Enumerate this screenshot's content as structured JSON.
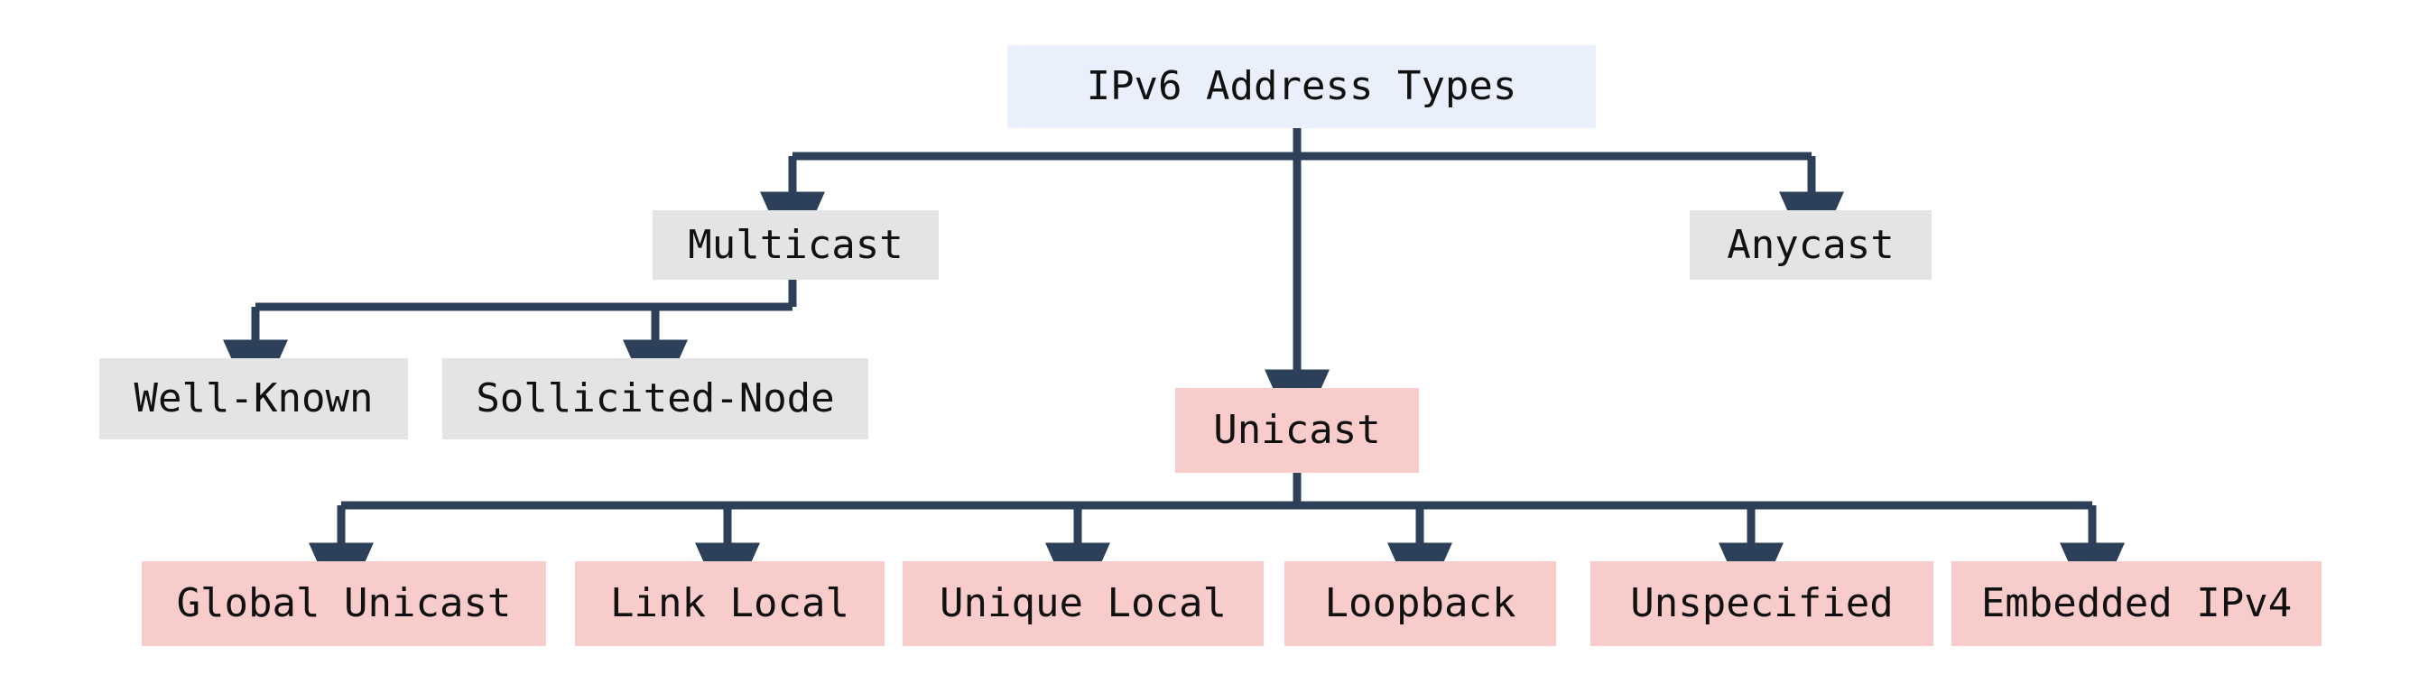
{
  "diagram": {
    "title": "IPv6 Address Types",
    "type": "tree-hierarchy",
    "palette": {
      "root_fill": "#eaf0fb",
      "gray_fill": "#e4e4e4",
      "pink_fill": "#f9cccc",
      "edge_color": "#2d4059",
      "text_color": "#111111",
      "background": "#ffffff"
    },
    "nodes": {
      "root": {
        "label": "IPv6 Address Types",
        "style": "root"
      },
      "multicast": {
        "label": "Multicast",
        "style": "gray"
      },
      "anycast": {
        "label": "Anycast",
        "style": "gray"
      },
      "well_known": {
        "label": "Well-Known",
        "style": "gray"
      },
      "sollicited_node": {
        "label": "Sollicited-Node",
        "style": "gray"
      },
      "unicast": {
        "label": "Unicast",
        "style": "pink"
      },
      "global_unicast": {
        "label": "Global Unicast",
        "style": "pink"
      },
      "link_local": {
        "label": "Link Local",
        "style": "pink"
      },
      "unique_local": {
        "label": "Unique Local",
        "style": "pink"
      },
      "loopback": {
        "label": "Loopback",
        "style": "pink"
      },
      "unspecified": {
        "label": "Unspecified",
        "style": "pink"
      },
      "embedded_ipv4": {
        "label": "Embedded IPv4",
        "style": "pink"
      }
    },
    "edges": [
      {
        "from": "root",
        "to": "multicast"
      },
      {
        "from": "root",
        "to": "unicast"
      },
      {
        "from": "root",
        "to": "anycast"
      },
      {
        "from": "multicast",
        "to": "well_known"
      },
      {
        "from": "multicast",
        "to": "sollicited_node"
      },
      {
        "from": "unicast",
        "to": "global_unicast"
      },
      {
        "from": "unicast",
        "to": "link_local"
      },
      {
        "from": "unicast",
        "to": "unique_local"
      },
      {
        "from": "unicast",
        "to": "loopback"
      },
      {
        "from": "unicast",
        "to": "unspecified"
      },
      {
        "from": "unicast",
        "to": "embedded_ipv4"
      }
    ]
  }
}
